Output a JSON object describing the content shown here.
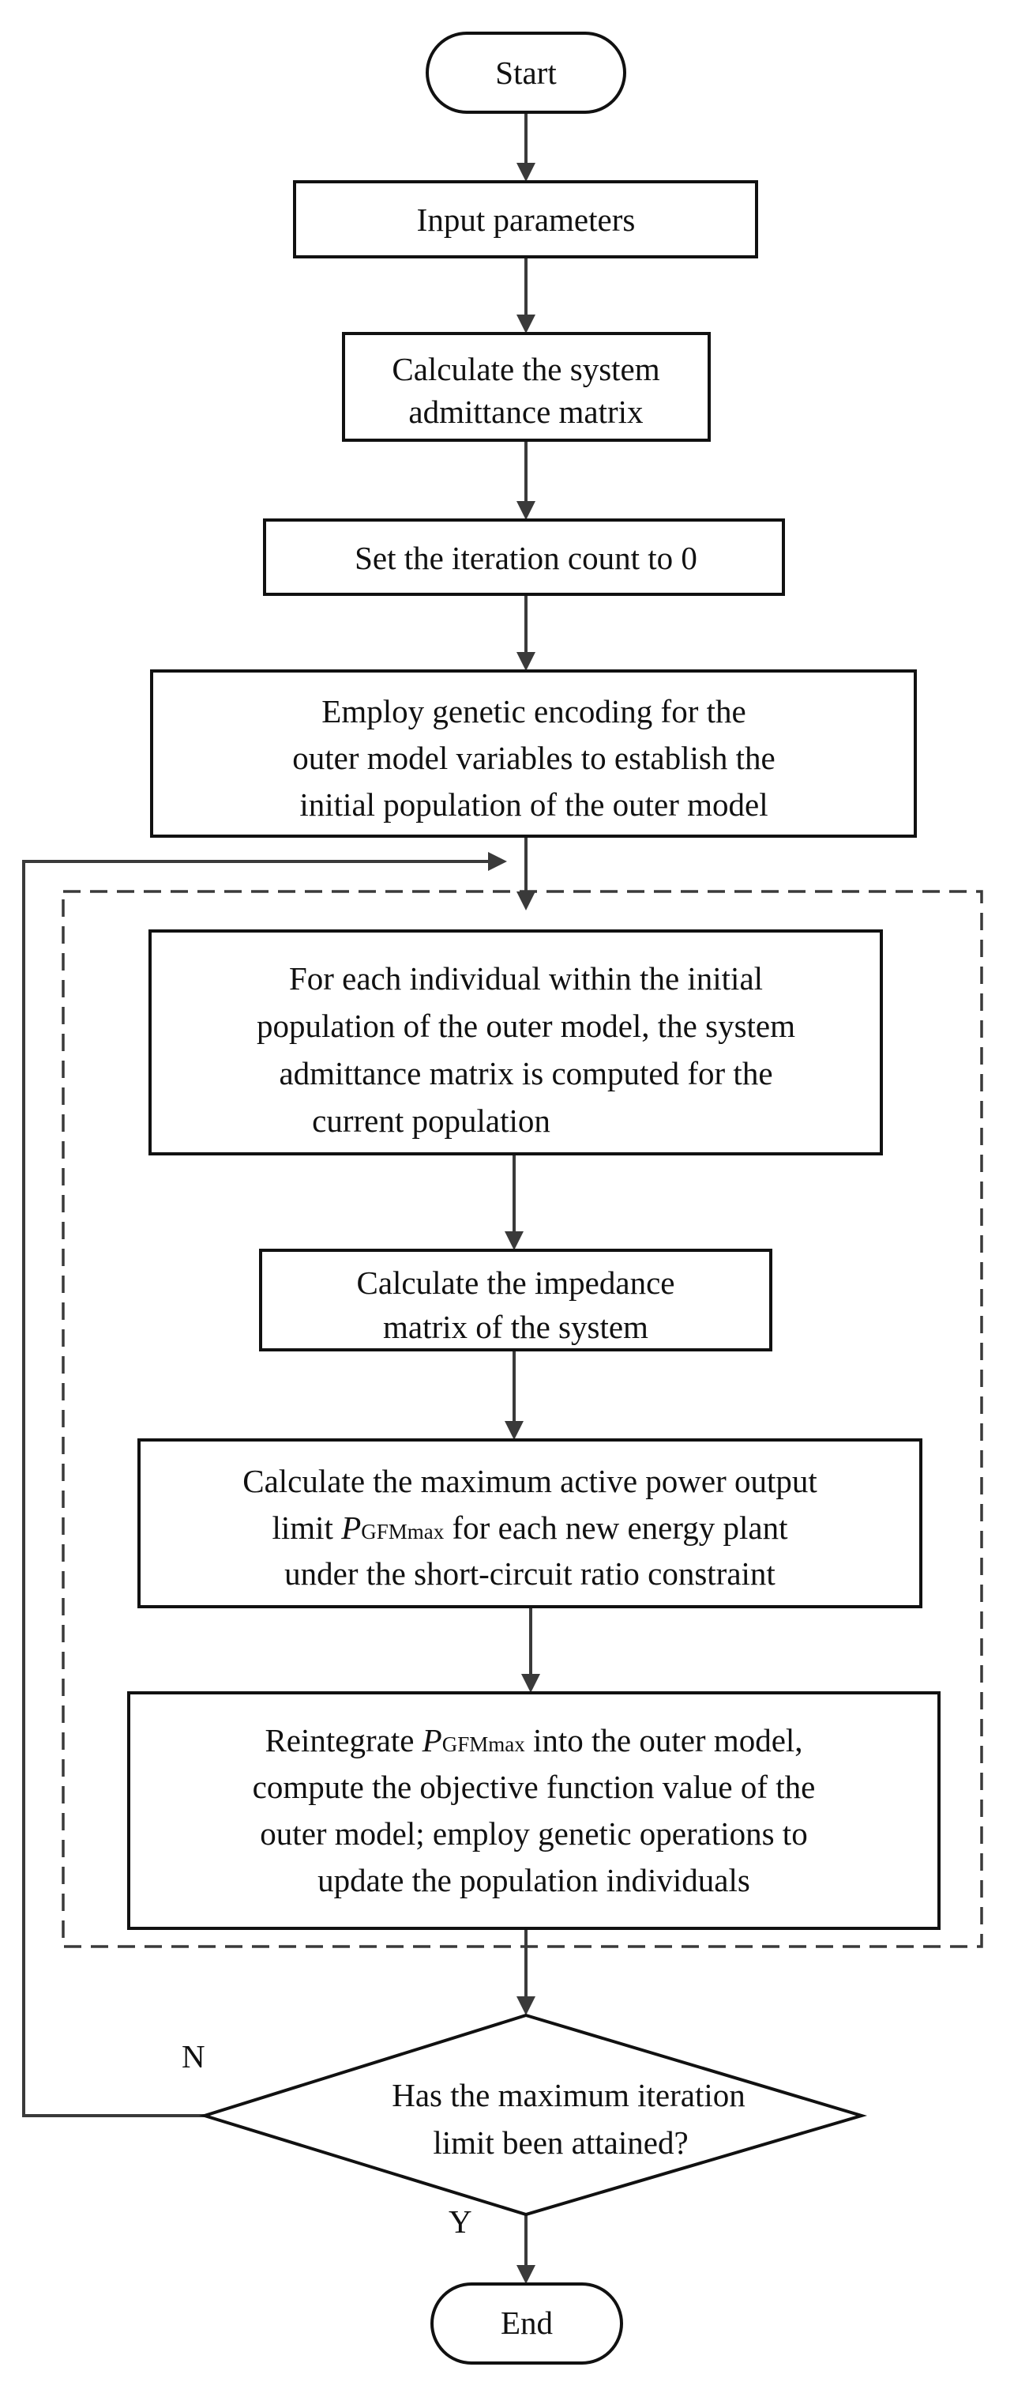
{
  "nodes": {
    "start": "Start",
    "input": "Input parameters",
    "admittance": [
      "Calculate the system",
      "admittance matrix"
    ],
    "iteration": "Set the iteration count to 0",
    "encoding": [
      "Employ genetic encoding for the",
      "outer model variables to establish the",
      "initial population of the outer model"
    ],
    "individual": [
      "For each individual within the initial",
      "population of the outer model, the system",
      "admittance matrix is computed for the",
      "current population"
    ],
    "impedance": [
      "Calculate the impedance",
      "matrix of the system"
    ],
    "power_limit": {
      "line1": "Calculate the maximum active power output",
      "line2_prefix": "limit ",
      "var": "P",
      "sub": "GFMmax",
      "line2_suffix": " for each new energy plant",
      "line3": "under the short-circuit ratio constraint"
    },
    "reintegrate": {
      "line1_prefix": "Reintegrate ",
      "var": "P",
      "sub": "GFMmax",
      "line1_suffix": " into the outer model,",
      "line2": "compute the objective function value of the",
      "line3": "outer model; employ genetic operations to",
      "line4": "update the population individuals"
    },
    "decision": [
      "Has the maximum iteration",
      "limit been attained?"
    ],
    "end": "End"
  },
  "edge_labels": {
    "no": "N",
    "yes": "Y"
  }
}
